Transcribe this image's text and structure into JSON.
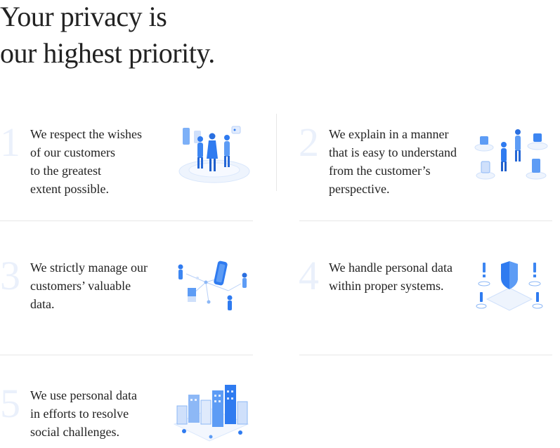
{
  "title": {
    "lines": [
      "Your privacy is",
      "our highest priority."
    ]
  },
  "items": [
    {
      "number": "1",
      "lines": [
        "We respect the wishes",
        "of our customers",
        "to the greatest",
        "extent possible."
      ],
      "illustration": "people-on-platform-illustration"
    },
    {
      "number": "2",
      "lines": [
        "We explain in a manner",
        "that is easy to understand",
        "from the customer’s",
        "perspective."
      ],
      "illustration": "customer-service-illustration"
    },
    {
      "number": "3",
      "lines": [
        "We strictly manage our",
        "customers’ valuable",
        "data."
      ],
      "illustration": "data-network-illustration"
    },
    {
      "number": "4",
      "lines": [
        "We handle personal data",
        "within proper systems."
      ],
      "illustration": "shield-system-illustration"
    },
    {
      "number": "5",
      "lines": [
        "We use personal data",
        "in efforts to resolve",
        "social challenges."
      ],
      "illustration": "city-buildings-illustration"
    }
  ],
  "colors": {
    "accent": "#2f7bf0",
    "light_accent": "#dfeafc",
    "number_tint": "#eaf0fb"
  }
}
